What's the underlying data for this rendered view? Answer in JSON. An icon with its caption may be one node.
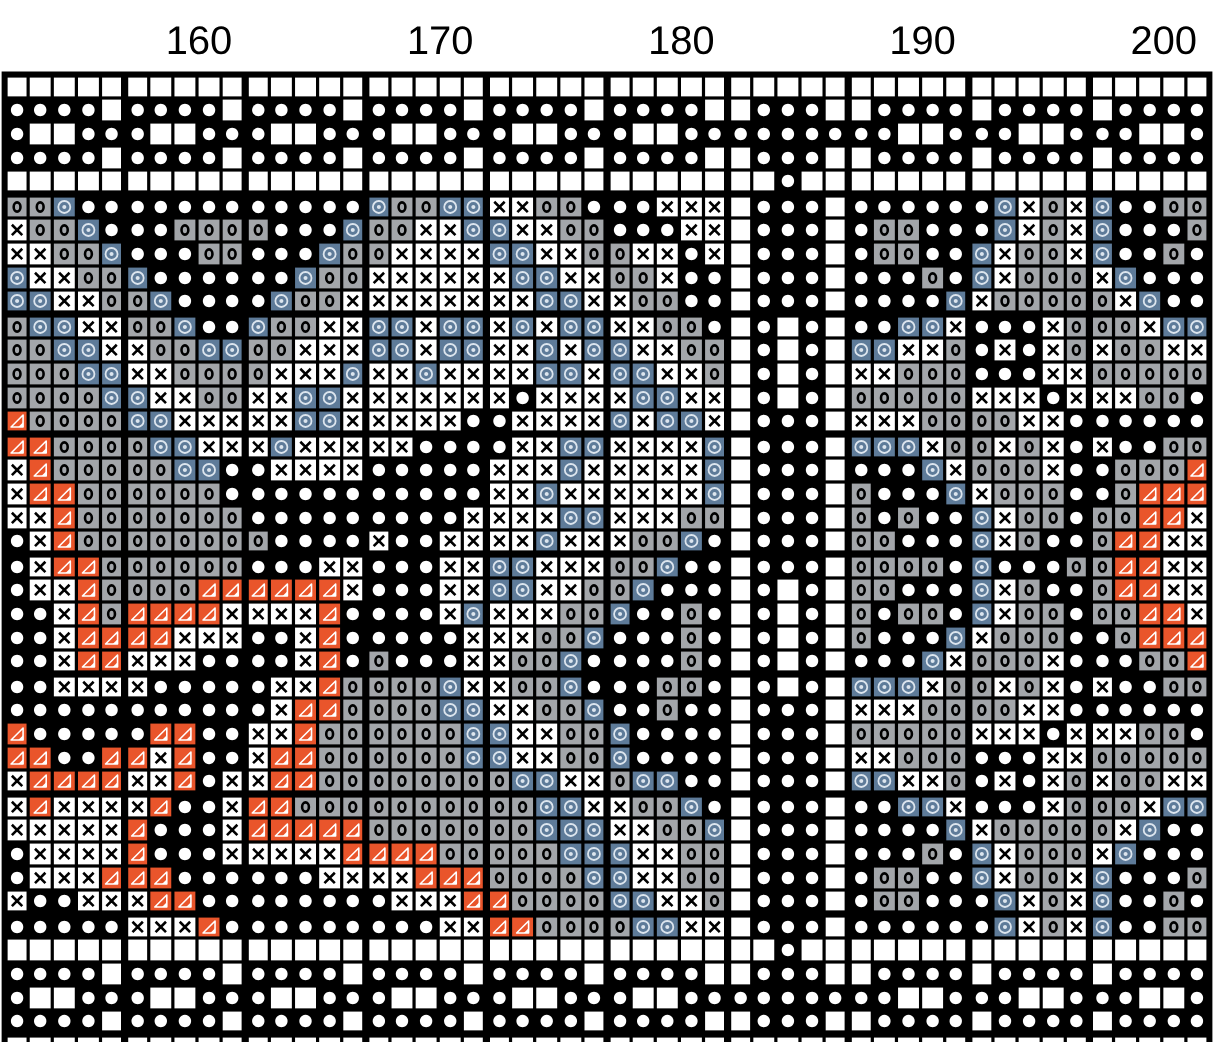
{
  "diagram": {
    "labels": [
      "160",
      "170",
      "180",
      "190",
      "200"
    ]
  }
}
